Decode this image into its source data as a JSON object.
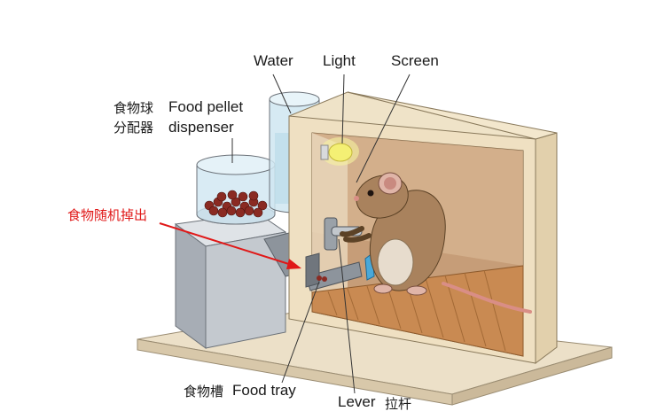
{
  "labels": {
    "water": "Water",
    "light": "Light",
    "screen": "Screen",
    "dispenser_zh_line1": "食物球",
    "dispenser_zh_line2": "分配器",
    "dispenser_en_line1": "Food pellet",
    "dispenser_en_line2": "dispenser",
    "random_drop_zh": "食物随机掉出",
    "food_tray_zh": "食物槽",
    "food_tray_en": "Food tray",
    "lever_en": "Lever",
    "lever_zh": "拉杆"
  },
  "colors": {
    "box_outer": "#efe0c2",
    "box_inner_back": "#c9a07a",
    "box_floor": "#c98a52",
    "base": "#e9dcc4",
    "metal": "#b9bfc6",
    "water": "#cfe6f1",
    "pellets": "#8a2a22",
    "light": "#f4f074",
    "mouse": "#a9825d",
    "arrow_red": "#e01818",
    "line_dark": "#333333"
  }
}
